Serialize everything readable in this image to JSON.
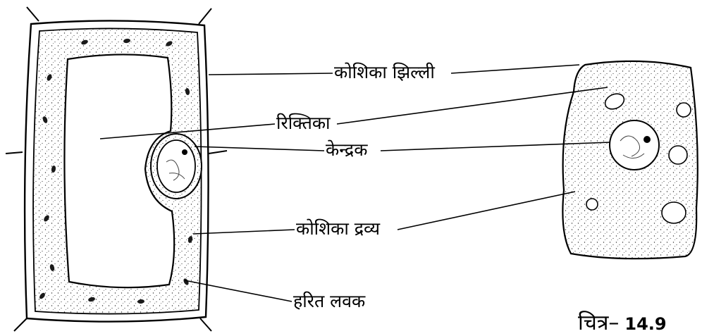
{
  "labels": {
    "cell_membrane": "कोशिका झिल्ली",
    "vacuole": "रिक्तिका",
    "nucleus": "केन्द्रक",
    "cytoplasm": "कोशिका द्रव्य",
    "chloroplast": "हरित लवक"
  },
  "figure": {
    "caption_word": "चित्र–",
    "caption_number": "14.9"
  }
}
